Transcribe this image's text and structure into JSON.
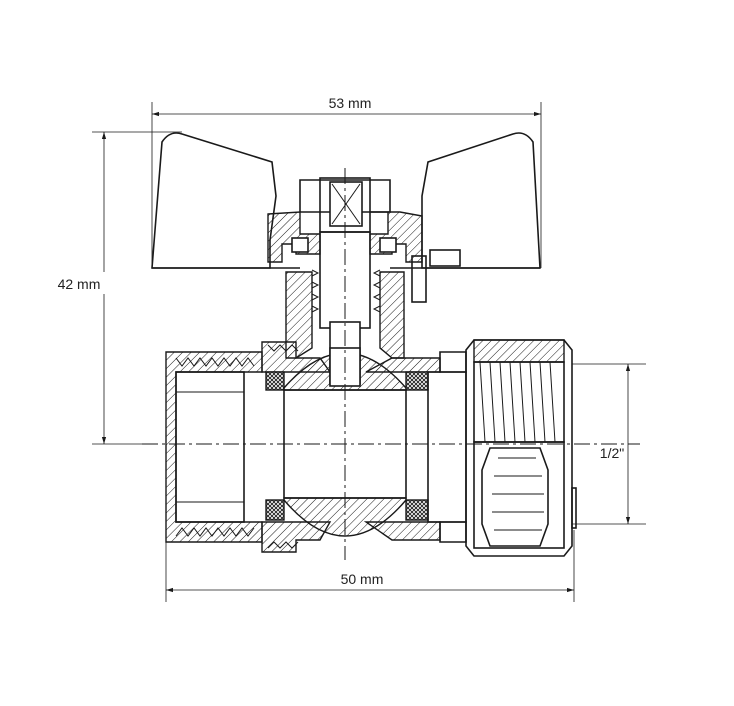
{
  "dimensions": {
    "width_label": "53 mm",
    "height_label": "42 mm",
    "length_label": "50 mm",
    "thread_label": "1/2\""
  }
}
